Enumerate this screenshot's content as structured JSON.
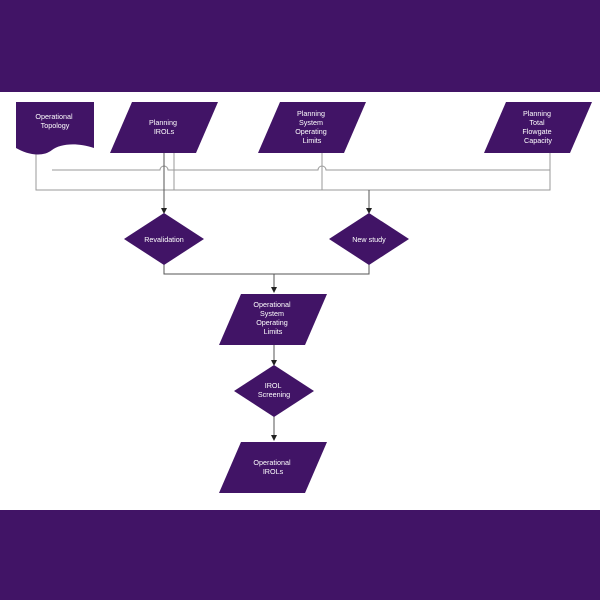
{
  "colors": {
    "frame": "#411466",
    "shape_fill": "#411466",
    "canvas": "#ffffff",
    "connector": "#9a9a9a",
    "label": "#ffffff"
  },
  "nodes": {
    "operational_topology": {
      "shape": "document",
      "lines": [
        "Operational",
        "Topology"
      ]
    },
    "planning_irols": {
      "shape": "parallelogram",
      "lines": [
        "Planning",
        "IROLs"
      ]
    },
    "planning_sol": {
      "shape": "parallelogram",
      "lines": [
        "Planning",
        "System",
        "Operating",
        "Limits"
      ]
    },
    "planning_ttfc": {
      "shape": "parallelogram",
      "lines": [
        "Planning",
        "Total",
        "Flowgate",
        "Capacity"
      ]
    },
    "revalidation": {
      "shape": "diamond",
      "lines": [
        "Revalidation"
      ]
    },
    "new_study": {
      "shape": "diamond",
      "lines": [
        "New study"
      ]
    },
    "operational_sol": {
      "shape": "parallelogram",
      "lines": [
        "Operational",
        "System",
        "Operating",
        "Limits"
      ]
    },
    "irol_screening": {
      "shape": "diamond",
      "lines": [
        "IROL",
        "Screening"
      ]
    },
    "operational_irols": {
      "shape": "parallelogram",
      "lines": [
        "Operational",
        "IROLs"
      ]
    }
  }
}
